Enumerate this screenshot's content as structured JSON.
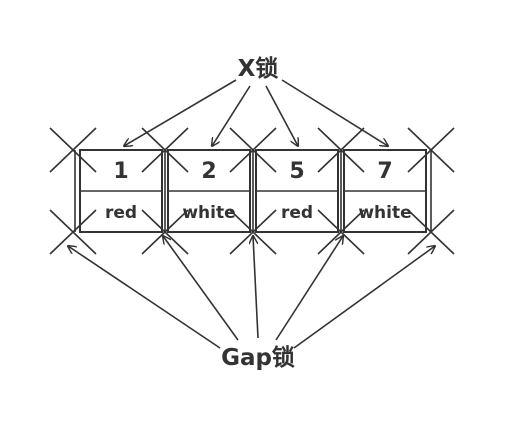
{
  "labels": {
    "x_lock": "X锁",
    "gap_lock": "Gap锁"
  },
  "records": [
    {
      "id": "1",
      "color": "red"
    },
    {
      "id": "2",
      "color": "white"
    },
    {
      "id": "5",
      "color": "red"
    },
    {
      "id": "7",
      "color": "white"
    }
  ],
  "colors": {
    "stroke": "#333333",
    "text": "#333333",
    "background": "#ffffff"
  }
}
